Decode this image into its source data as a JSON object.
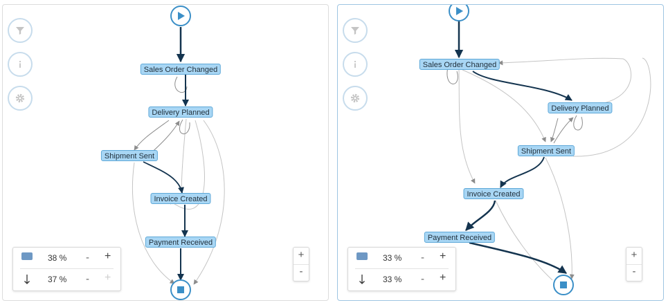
{
  "left_panel": {
    "nodes": {
      "sales_order_changed": "Sales Order Changed",
      "delivery_planned": "Delivery Planned",
      "shipment_sent": "Shipment Sent",
      "invoice_created": "Invoice Created",
      "payment_received": "Payment Received"
    },
    "legend": {
      "activities_percent": "38 %",
      "connections_percent": "37 %",
      "minus": "-",
      "plus": "+"
    },
    "zoom": {
      "in": "+",
      "out": "-"
    }
  },
  "right_panel": {
    "nodes": {
      "sales_order_changed": "Sales Order Changed",
      "delivery_planned": "Delivery Planned",
      "shipment_sent": "Shipment Sent",
      "invoice_created": "Invoice Created",
      "payment_received": "Payment Received"
    },
    "legend": {
      "activities_percent": "33 %",
      "connections_percent": "33 %",
      "minus": "-",
      "plus": "+"
    },
    "zoom": {
      "in": "+",
      "out": "-"
    }
  },
  "sidebar_icons": [
    "filter-icon",
    "info-icon",
    "gear-icon"
  ],
  "colors": {
    "node_fill": "#a8d6f4",
    "node_border": "#5ea8d8",
    "edge_strong": "#14344f",
    "edge_weak": "#c4c4c4",
    "accent": "#3b8fc7"
  }
}
